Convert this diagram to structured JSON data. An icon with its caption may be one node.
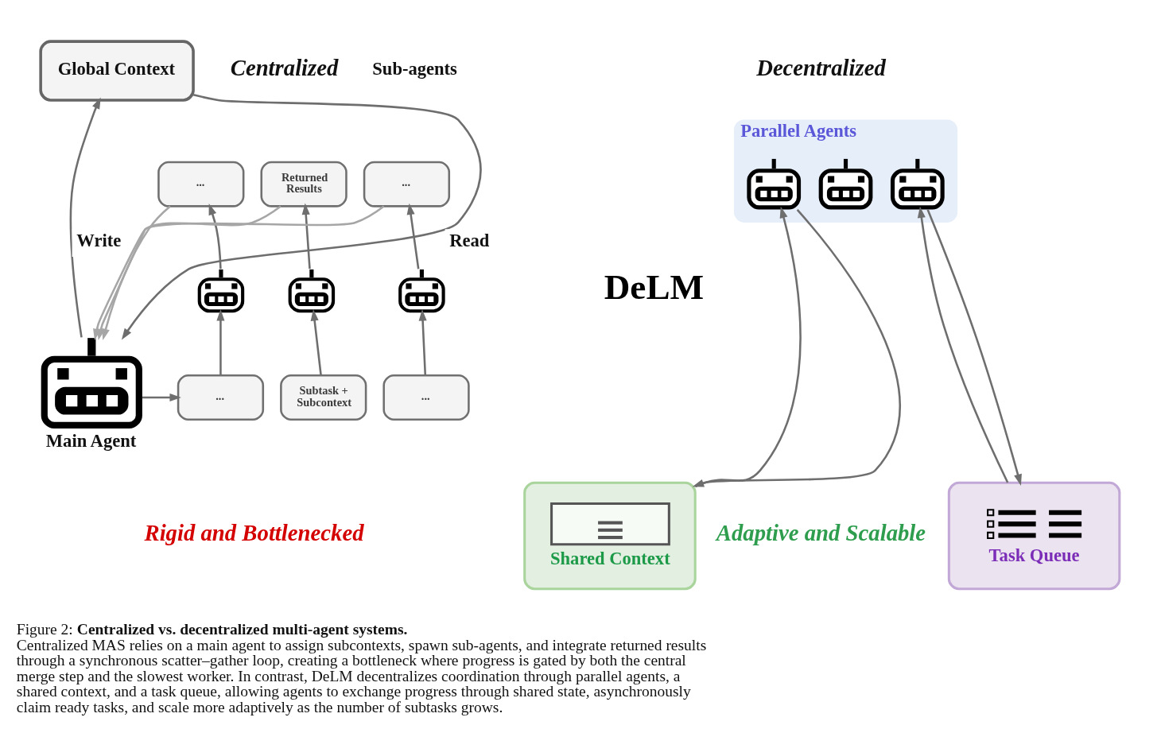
{
  "diagram": {
    "caption": "Figure 2: **Centralized vs. decentralized multi-agent systems.** Centralized MAS relies on a main agent to assign subcontexts, spawn sub-agents, and integrate returned results through a synchronous scatter–gather loop, creating a bottleneck where progress is gated by both the central merge step and the slowest worker. In contrast, DeLM decentralizes coordination through parallel agents, a shared context, and a task queue, allowing agents to exchange progress through shared state, asynchronously claim ready tasks, and scale more adaptively as the number of subtasks grows.",
    "nodes": [
      {
        "text": [
          "Global Context"
        ]
      },
      {
        "text": [
          "..."
        ]
      },
      {
        "text": [
          "Returned Results"
        ]
      },
      {
        "text": [
          "..."
        ]
      },
      {
        "text": [
          "Main Agent"
        ]
      },
      {
        "text": [],
        "shape": "picture"
      },
      {
        "text": [],
        "shape": "picture"
      },
      {
        "text": [],
        "shape": "picture"
      },
      {
        "text": [
          "..."
        ]
      },
      {
        "text": [
          "Subtask + Subcontext"
        ]
      },
      {
        "text": [
          "..."
        ]
      },
      {
        "text": [
          "Parallel Agents"
        ]
      },
      {
        "text": [],
        "shape": "picture",
        "in": 11
      },
      {
        "text": [],
        "shape": "picture",
        "in": 11
      },
      {
        "text": [],
        "shape": "picture",
        "in": 11
      },
      {
        "text": [
          "Shared Context"
        ]
      },
      {
        "text": [
          "Task Queue"
        ]
      }
    ],
    "edges": [
      {
        "from": 4,
        "to": 0,
        "arrow": "to",
        "label": "Write"
      },
      {
        "from": 0,
        "to": 4,
        "arrow": "to",
        "label": "Read"
      },
      {
        "from": 4,
        "to": 8,
        "arrow": "to"
      },
      {
        "from": 8,
        "to": 5,
        "arrow": "to"
      },
      {
        "from": 9,
        "to": 6,
        "arrow": "to"
      },
      {
        "from": 10,
        "to": 7,
        "arrow": "to"
      },
      {
        "from": 5,
        "to": 1,
        "arrow": "to"
      },
      {
        "from": 6,
        "to": 2,
        "arrow": "to"
      },
      {
        "from": 7,
        "to": 3,
        "arrow": "to"
      },
      {
        "from": 1,
        "to": 4,
        "arrow": "to",
        "color": "#a6a6a6"
      },
      {
        "from": 2,
        "to": 4,
        "arrow": "to",
        "color": "#a6a6a6"
      },
      {
        "from": 3,
        "to": 4,
        "arrow": "to",
        "color": "#a6a6a6"
      },
      {
        "from": 15,
        "to": 12,
        "arrow": "to"
      },
      {
        "from": 12,
        "to": 15,
        "arrow": "to"
      },
      {
        "from": 16,
        "to": 14,
        "arrow": "to"
      },
      {
        "from": 14,
        "to": 16,
        "arrow": "to"
      }
    ],
    "labels": [
      "Centralized",
      "Decentralized",
      "Sub-agents",
      "DeLM",
      "Rigid and Bottlenecked",
      "Adaptive and Scalable"
    ]
  }
}
